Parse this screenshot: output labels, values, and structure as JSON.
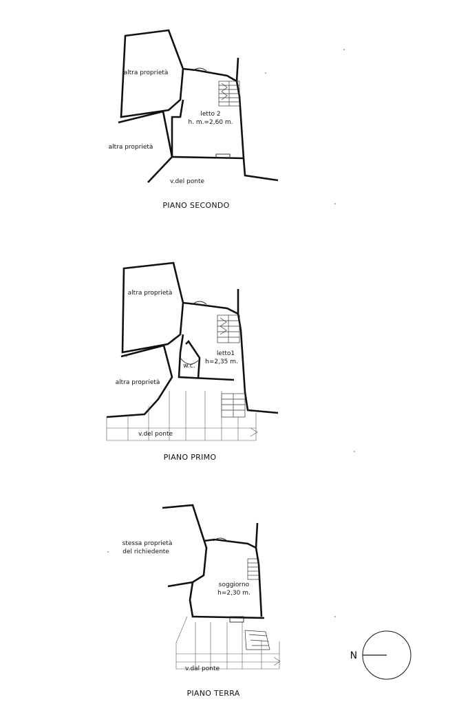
{
  "floors": {
    "piano_secondo": {
      "title": "PIANO SECONDO",
      "altra_proprieta_top": "altra proprietà",
      "altra_proprieta_left": "altra proprietà",
      "room_name": "letto 2",
      "room_height": "h. m.=2,60 m.",
      "street": "v.del ponte"
    },
    "piano_primo": {
      "title": "PIANO PRIMO",
      "altra_proprieta_top": "altra proprietà",
      "altra_proprieta_left": "altra proprietà",
      "room_name": "letto1",
      "room_height": "h=2,35 m.",
      "wc": "w.c.",
      "street": "v.del ponte"
    },
    "piano_terra": {
      "title": "PIANO TERRA",
      "stessa_proprieta_1": "stessa proprietà",
      "stessa_proprieta_2": "del richiedente",
      "room_name": "soggiorno",
      "room_height": "h=2,30 m.",
      "street": "v.dal ponte"
    }
  },
  "compass": {
    "north_label": "N"
  }
}
